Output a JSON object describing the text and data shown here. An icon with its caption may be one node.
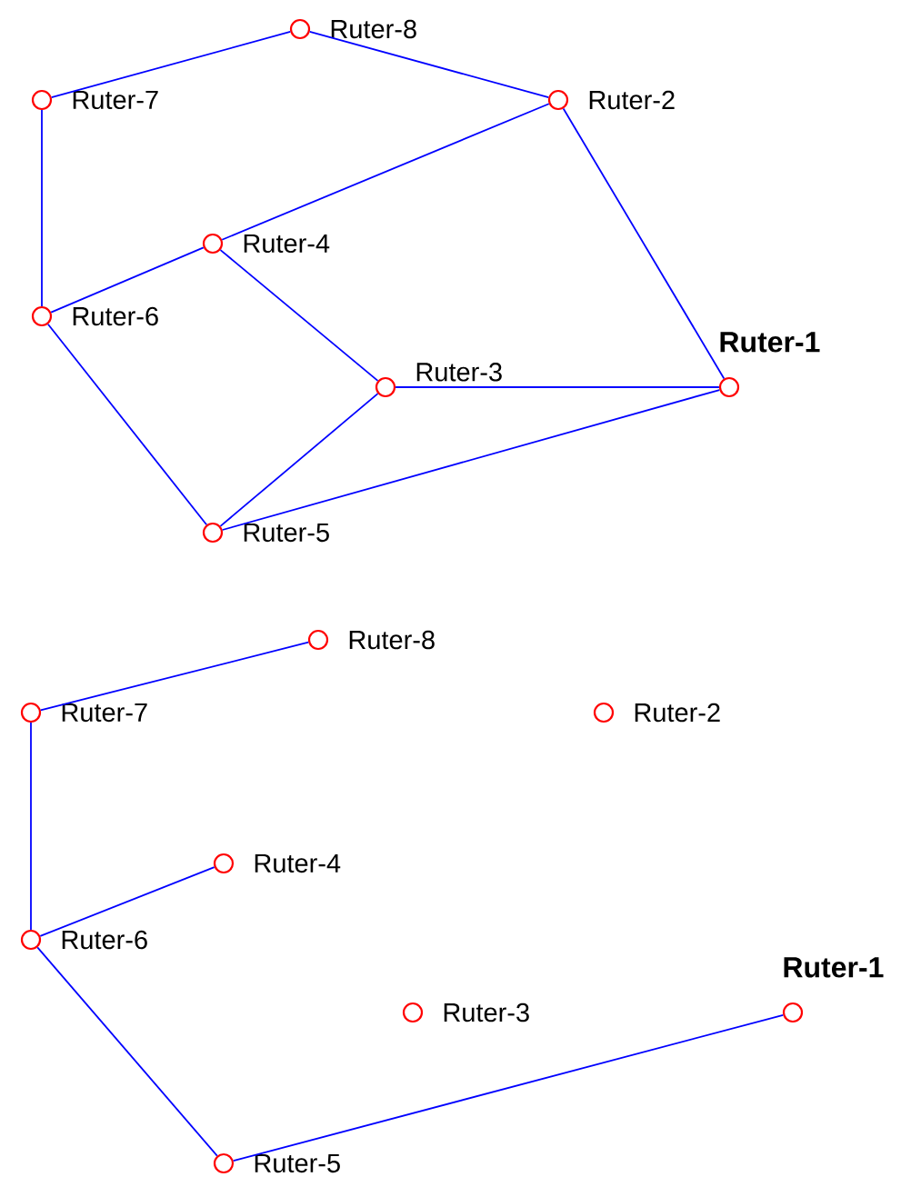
{
  "diagram": {
    "nodes": [
      {
        "text": [],
        "shape": "circle",
        "beside": [
          "Ruter-8"
        ]
      },
      {
        "text": [],
        "shape": "circle",
        "beside": [
          "Ruter-7"
        ]
      },
      {
        "text": [],
        "shape": "circle",
        "beside": [
          "Ruter-2"
        ]
      },
      {
        "text": [],
        "shape": "circle",
        "beside": [
          "Ruter-4"
        ]
      },
      {
        "text": [],
        "shape": "circle",
        "beside": [
          "Ruter-6"
        ]
      },
      {
        "text": [],
        "shape": "circle",
        "beside": [
          "Ruter-1"
        ]
      },
      {
        "text": [],
        "shape": "circle",
        "beside": [
          "Ruter-3"
        ]
      },
      {
        "text": [],
        "shape": "circle",
        "beside": [
          "Ruter-5"
        ]
      },
      {
        "text": [],
        "shape": "circle",
        "beside": [
          "Ruter-8"
        ]
      },
      {
        "text": [],
        "shape": "circle",
        "beside": [
          "Ruter-7"
        ]
      },
      {
        "text": [],
        "shape": "circle",
        "beside": [
          "Ruter-2"
        ]
      },
      {
        "text": [],
        "shape": "circle",
        "beside": [
          "Ruter-4"
        ]
      },
      {
        "text": [],
        "shape": "circle",
        "beside": [
          "Ruter-6"
        ]
      },
      {
        "text": [],
        "shape": "circle",
        "beside": [
          "Ruter-1"
        ]
      },
      {
        "text": [],
        "shape": "circle",
        "beside": [
          "Ruter-3"
        ]
      },
      {
        "text": [],
        "shape": "circle",
        "beside": [
          "Ruter-5"
        ]
      }
    ],
    "edges": [
      {
        "from": 1,
        "to": 0,
        "arrow": "none"
      },
      {
        "from": 0,
        "to": 2,
        "arrow": "none"
      },
      {
        "from": 1,
        "to": 4,
        "arrow": "none"
      },
      {
        "from": 2,
        "to": 3,
        "arrow": "none"
      },
      {
        "from": 3,
        "to": 4,
        "arrow": "none"
      },
      {
        "from": 2,
        "to": 5,
        "arrow": "none"
      },
      {
        "from": 3,
        "to": 6,
        "arrow": "none"
      },
      {
        "from": 6,
        "to": 5,
        "arrow": "none"
      },
      {
        "from": 4,
        "to": 7,
        "arrow": "none"
      },
      {
        "from": 6,
        "to": 7,
        "arrow": "none"
      },
      {
        "from": 7,
        "to": 5,
        "arrow": "none"
      },
      {
        "from": 9,
        "to": 8,
        "arrow": "none"
      },
      {
        "from": 9,
        "to": 12,
        "arrow": "none"
      },
      {
        "from": 12,
        "to": 11,
        "arrow": "none"
      },
      {
        "from": 12,
        "to": 15,
        "arrow": "none"
      },
      {
        "from": 15,
        "to": 13,
        "arrow": "none"
      }
    ]
  }
}
